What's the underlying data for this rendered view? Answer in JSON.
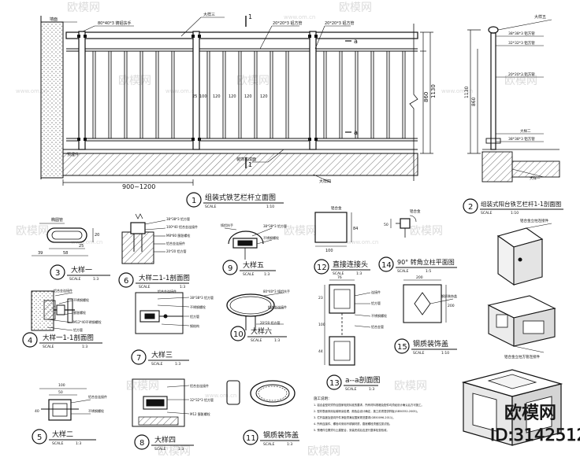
{
  "watermark": {
    "brand": "欧模网",
    "url": "www.om.cn",
    "id_label": "ID:3142512",
    "accent": "#d9d9d9"
  },
  "drawing": {
    "elevation": {
      "number": "1",
      "title": "组装式铁艺栏杆立面图",
      "scale_label": "SCALE",
      "scale_value": "1:10",
      "span_dim": "900~1200",
      "height_dim": "1130",
      "inner_height_dim": "860",
      "section_mark": "1",
      "cut_mark": "a",
      "pitch_dims": [
        "25",
        "100",
        "120",
        "120",
        "120",
        "120"
      ],
      "notes": {
        "wall": "墙面",
        "handrail": "80*40*3 铸铝扶手",
        "top_tube": "20*20*3 铝方管",
        "post": "大样三",
        "mid_tube": "20*20*3 铝方管",
        "embed": "预埋件",
        "floor": "大样四",
        "finish": "装饰完成面"
      }
    },
    "section11": {
      "number": "2",
      "title": "组装式阳台铁艺栏杆1-1剖面图",
      "scale_label": "SCALE",
      "scale_value": "1:10",
      "h1": "1130",
      "h2": "860",
      "labels": [
        "大样五",
        "38*38*3 铝方管",
        "32*32*3 铝方管",
        "20*20*3 铝方管",
        "大样二",
        "38*38*3 铝方管",
        "大样一"
      ]
    },
    "detail3": {
      "number": "3",
      "title": "大样一",
      "scale_label": "SCALE",
      "scale_value": "1:3",
      "dims": [
        "39",
        "58",
        "20",
        "25"
      ],
      "label": "椭圆管"
    },
    "detail4": {
      "number": "4",
      "title": "大样一1-1剖面图",
      "scale_label": "SCALE",
      "scale_value": "1:3",
      "labels": [
        "铝合金连接件",
        "不锈钢螺栓",
        "膨胀螺栓",
        "M12*40不锈钢螺栓",
        "墙面",
        "铝方管"
      ]
    },
    "detail5": {
      "number": "5",
      "title": "大样二",
      "scale_label": "SCALE",
      "scale_value": "1:3",
      "dims": [
        "100",
        "50",
        "40"
      ],
      "labels": [
        "铝合金连接件",
        "不锈钢螺栓"
      ]
    },
    "detail6": {
      "number": "6",
      "title": "大样二1-1剖面图",
      "scale_label": "SCALE",
      "scale_value": "1:3",
      "labels": [
        "38*38*3 铝方管",
        "100*40 铝合金连接件",
        "M8*80 膨胀螺栓",
        "铝合金连接件",
        "20*20 铝方管"
      ]
    },
    "detail7": {
      "number": "7",
      "title": "大样三",
      "scale_label": "SCALE",
      "scale_value": "1:3",
      "labels": [
        "铝合金连接件",
        "38*38*3 铝方管",
        "不锈钢螺栓",
        "铝方管",
        "钢结构"
      ]
    },
    "detail8": {
      "number": "8",
      "title": "大样四",
      "scale_label": "SCALE",
      "scale_value": "1:3",
      "labels": [
        "铝合金连接件",
        "32*32*3 铝方管",
        "M12 膨胀螺栓"
      ]
    },
    "detail9": {
      "number": "9",
      "title": "大样五",
      "scale_label": "SCALE",
      "scale_value": "1:3",
      "labels": [
        "38*38*3 铝方管",
        "铸铝扶手",
        "不锈钢螺栓"
      ]
    },
    "detail10": {
      "number": "10",
      "title": "大样六",
      "scale_label": "SCALE",
      "scale_value": "1:3",
      "labels": [
        "80*40*3 铸铝扶手",
        "铝合金连接件",
        "20*20 铝方管"
      ]
    },
    "detail11": {
      "number": "11",
      "title": "钢质装饰盖",
      "scale_label": "SCALE",
      "scale_value": "1:3"
    },
    "detail12": {
      "number": "12",
      "title": "直接连接头",
      "scale_label": "SCALE",
      "scale_value": "1:3",
      "dims": [
        "100",
        "84"
      ],
      "label": "铝合金"
    },
    "detail13": {
      "number": "13",
      "title": "a--a剖面图",
      "scale_label": "SCALE",
      "scale_value": "1:3",
      "dims": [
        "76",
        "23",
        "100",
        "44"
      ],
      "labels": [
        "连接件",
        "铝方管",
        "不锈钢螺栓",
        "铝合金管"
      ]
    },
    "detail14": {
      "number": "14",
      "title": "90° 转角立柱平面图",
      "scale_label": "SCALE",
      "scale_value": "1:5",
      "dims": [
        "50"
      ],
      "label": "铝合金"
    },
    "detail15": {
      "number": "15",
      "title": "钢质装饰盖",
      "scale_label": "SCALE",
      "scale_value": "1:10",
      "dims": [
        "200",
        "200"
      ],
      "label": "钢质装饰盖"
    },
    "iso": {
      "labels": [
        "铝合金立柱连接件",
        "铝合金立柱方管连接件"
      ]
    },
    "notes_text": [
      "施工说明：",
      "1. 铝合金型材须符合国家相关标准的要求，所有材料规格及配件均须经设计确认后方可施工。",
      "2. 型材表面采用氟碳喷涂处理，颜色由设计确定，施工前须提供样板(GB50352-2005)。",
      "3. 栏杆高度及竖向杆件净距须满足国家规范要求(GB50096-2011)。",
      "4. 所有连接件、螺栓均采用不锈钢材质，膨胀螺栓须做拉拔试验。",
      "5. 预埋件位置须与土建配合，安装完成后应进行整体检查验收。"
    ]
  }
}
